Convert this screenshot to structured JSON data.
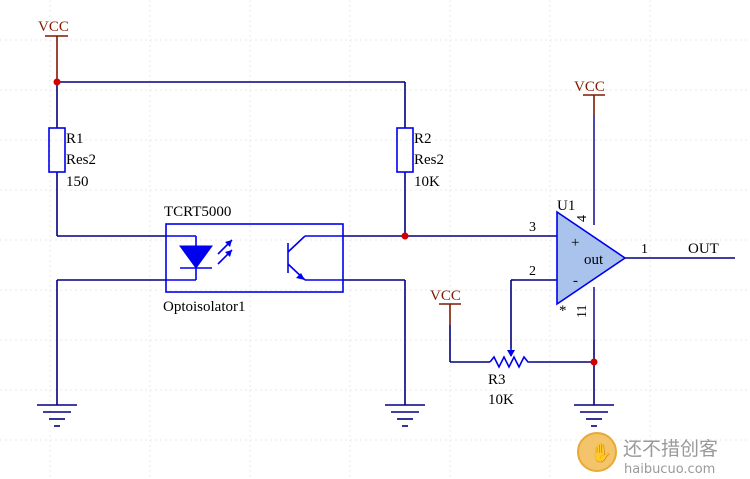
{
  "power": {
    "vcc_label": "VCC"
  },
  "r1": {
    "designator": "R1",
    "comment": "Res2",
    "value": "150"
  },
  "r2": {
    "designator": "R2",
    "comment": "Res2",
    "value": "10K"
  },
  "r3": {
    "designator": "R3",
    "value": "10K"
  },
  "optoisolator": {
    "comment": "TCRT5000",
    "designator": "Optoisolator1"
  },
  "opamp": {
    "designator": "U1",
    "plus": "+",
    "minus": "-",
    "out_label": "out",
    "star": "*",
    "pin_in_plus": "3",
    "pin_in_minus": "2",
    "pin_out": "1",
    "pin_vcc": "4",
    "pin_gnd": "11"
  },
  "net": {
    "out_label": "OUT"
  },
  "watermark": {
    "text_cn": "还不措创客",
    "text_en": "haibucuo.com"
  },
  "colors": {
    "wire": "#00007f",
    "component": "#0000ee",
    "power_port": "#7f1a00",
    "junction": "#d10000",
    "opamp_fill": "#a9c3ec"
  }
}
